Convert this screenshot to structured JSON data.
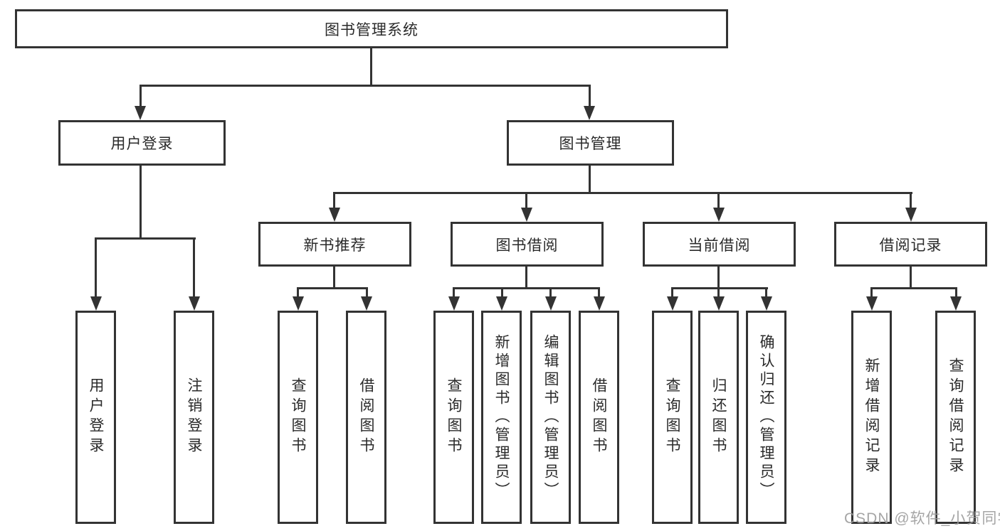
{
  "diagram": {
    "root": {
      "label": "图书管理系统"
    },
    "level2": [
      {
        "label": "用户登录"
      },
      {
        "label": "图书管理"
      }
    ],
    "level3": [
      {
        "label": "新书推荐"
      },
      {
        "label": "图书借阅"
      },
      {
        "label": "当前借阅"
      },
      {
        "label": "借阅记录"
      }
    ],
    "leaves": {
      "login": [
        {
          "label": "用户登录"
        },
        {
          "label": "注销登录"
        }
      ],
      "newbook": [
        {
          "label": "查询图书"
        },
        {
          "label": "借阅图书"
        }
      ],
      "borrow": [
        {
          "label": "查询图书"
        },
        {
          "label": "新增图书（管理员）"
        },
        {
          "label": "编辑图书（管理员）"
        },
        {
          "label": "借阅图书"
        }
      ],
      "current": [
        {
          "label": "查询图书"
        },
        {
          "label": "归还图书"
        },
        {
          "label": "确认归还（管理员）"
        }
      ],
      "records": [
        {
          "label": "新增借阅记录"
        },
        {
          "label": "查询借阅记录"
        }
      ]
    },
    "watermark": "CSDN @软件_小贺同学",
    "colors": {
      "line": "#333333",
      "box_border": "#333333",
      "text": "#2a2a2a",
      "watermark": "#9b9b9b"
    }
  }
}
